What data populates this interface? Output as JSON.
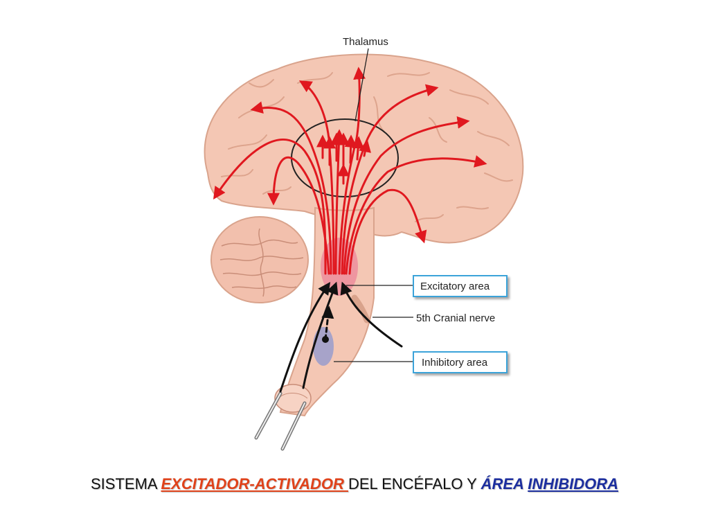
{
  "labels": {
    "thalamus": "Thalamus",
    "excitatory_area": "Excitatory area",
    "cranial_nerve": "5th Cranial nerve",
    "inhibitory_area": "Inhibitory area"
  },
  "caption": {
    "part1": "SISTEMA ",
    "part2": "EXCITADOR-ACTIVADOR ",
    "part3": "DEL ENCÉFALO Y ",
    "part4": "ÁREA ",
    "part5": "INHIBIDORA"
  },
  "colors": {
    "brain_fill": "#f4c7b4",
    "brain_stroke": "#d9a38c",
    "excitatory_arrows": "#e0181f",
    "brainstem_arrows": "#111111",
    "excitatory_area": "#ec8d9c",
    "inhibitory_area": "#a7a3c9",
    "label_box_border": "#3aa3d9",
    "caption_excitador": "#e0421a",
    "caption_inhibidora": "#1c2e9e"
  }
}
